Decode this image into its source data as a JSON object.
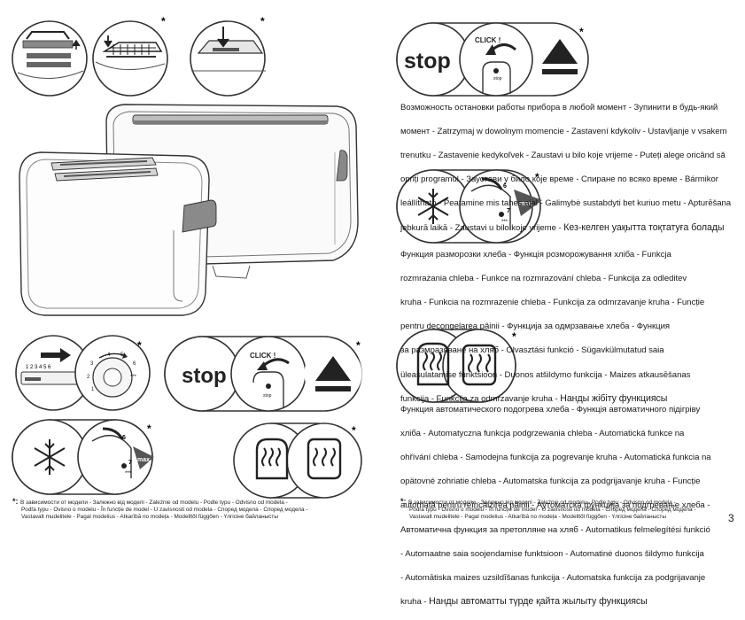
{
  "page_number": "3",
  "asterisk": "*",
  "stop_label": "stop",
  "click_label": "CLICK !",
  "stop_small": "stop",
  "dial": {
    "n6": "6",
    "n7": "7",
    "stars": "***",
    "max": "max."
  },
  "browning_left": {
    "scale": "1 2 3 4 5 6",
    "d1": "1",
    "d2": "2",
    "d3": "3",
    "d4": "4",
    "d5": "5",
    "d6": "6",
    "dots": "***"
  },
  "sections": {
    "stop": {
      "lines": [
        "Возможность остановки работы прибора в любой момент - Зупинити в будь-який",
        "момент - Zatrzymaj w dowolnym momencie - Zastavení kdykoliv - Ustavljanje v vsakem",
        "trenutku - Zastavenie kedykoľvek - Zaustavi u bilo koje vrijeme - Puteți alege oricând să",
        "opriți programul - Заустави у било које време - Спиране по всяко време - Bármikor",
        "leállítható - Peatamine mis tahes ajal - Galimybė sustabdyti bet kuriuo metu - Apturēšana",
        "jebkurā laikā - Zaustavi u bilo koje vrijeme - "
      ],
      "kz": "Кез-келген уақытта тоқтатуға болады"
    },
    "defrost": {
      "lines": [
        "Функция разморозки хлеба - Функція розморожування хліба - Funkcja",
        "rozmrażania chleba - Funkce na rozmrazování chleba - Funkcija za odleditev",
        "kruha - Funkcia na rozmrazenie chleba - Funkcija za odmrzavanje kruha - Funcție",
        "pentru decongelarea pâinii - Функција за одмрзавање хлеба - Функция",
        "за размразяване на хляб - Olvasztási funkció - Sügavkülmutatud saia",
        "üleasulatamise funktsioon - Duonos atšildymo funkcija - Maizes atkausēšanas",
        "funkcija - Funkcija za odmrzavanje kruha - "
      ],
      "kz": "Нанды жібіту функциясы"
    },
    "reheat": {
      "lines": [
        "Функция автоматического подогрева хлеба - Функція автоматичного підігріву",
        "хліба - Automatyczna funkcja podgrzewania chleba - Automatická funkce na",
        "ohřívání chleba - Samodejna funkcija za pogrevanje kruha - Automatická funkcia na",
        "opätovné zohriatie chleba - Automatska funkcija za podgrijavanje kruha - Funcție",
        "automată pentru reîncălzirea pâinii - Аутоматска функција за подгревање хлеба -",
        "Автоматична функция за претопляне на хляб - Automatikus felmelegítési funkció",
        "- Automaatne saia soojendamise funktsioon - Automatinė duonos šildymo funkcija",
        "- Automātiska maizes uzsildīšanas funkcija - Automatska funkcija za podgrijavanje",
        "kruha - "
      ],
      "kz": "Нанды автоматты түрде қайта жылыту функциясы"
    }
  },
  "footnote_left": {
    "lead": "*: ",
    "line1": "В зависимости от модели - Залежно від моделі - Zależnie od modelu - Podle typu - Odvisno od modela -",
    "line2": "Podľa typu - Ovisno o modelu - În funcție de model - U zavisnosti od modela - Според модела - Според модела -",
    "line3": "Vastavalt mudelitele - Pagal modelius - Atkarībā no modeļa - Modelltől függően - Үлгісіне байланысты"
  },
  "footnote_right": {
    "lead": "*: ",
    "line1": "В зависимости от модели - Залежно від моделі - Zależnie od modelu - Podle typu - Odvisno od modela -",
    "line2": "Podľa typu - Ovisno o modelu - În funcție de model - U zavisnosti od modela - Според модела - Според модела -",
    "line3": "Vastavalt mudelitele - Pagal modelius - Atkarībā no modeļa - Modelltől függően - Үлгісіне байланысты"
  }
}
